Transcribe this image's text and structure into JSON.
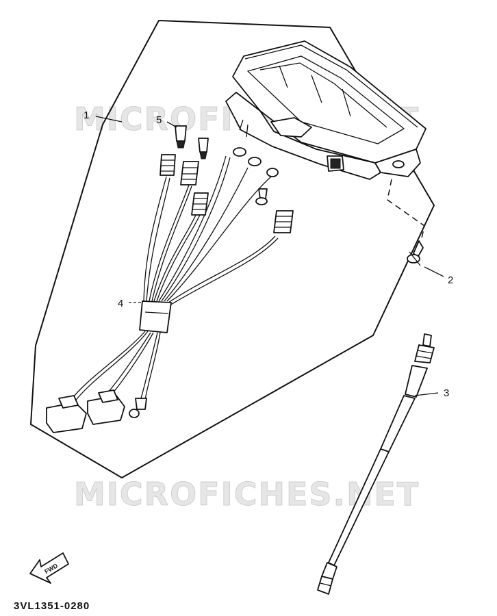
{
  "diagram": {
    "watermarks": [
      "MICROFICHES.NET",
      "MICROFICHES.NET"
    ],
    "callouts": [
      {
        "num": "1",
        "part": "meter-assembly"
      },
      {
        "num": "2",
        "part": "screw"
      },
      {
        "num": "3",
        "part": "speedometer-cable"
      },
      {
        "num": "4",
        "part": "wire-harness"
      },
      {
        "num": "5",
        "part": "bulb"
      }
    ],
    "fwd_label": "FWD",
    "drawing_code": "3VL1351-0280"
  }
}
